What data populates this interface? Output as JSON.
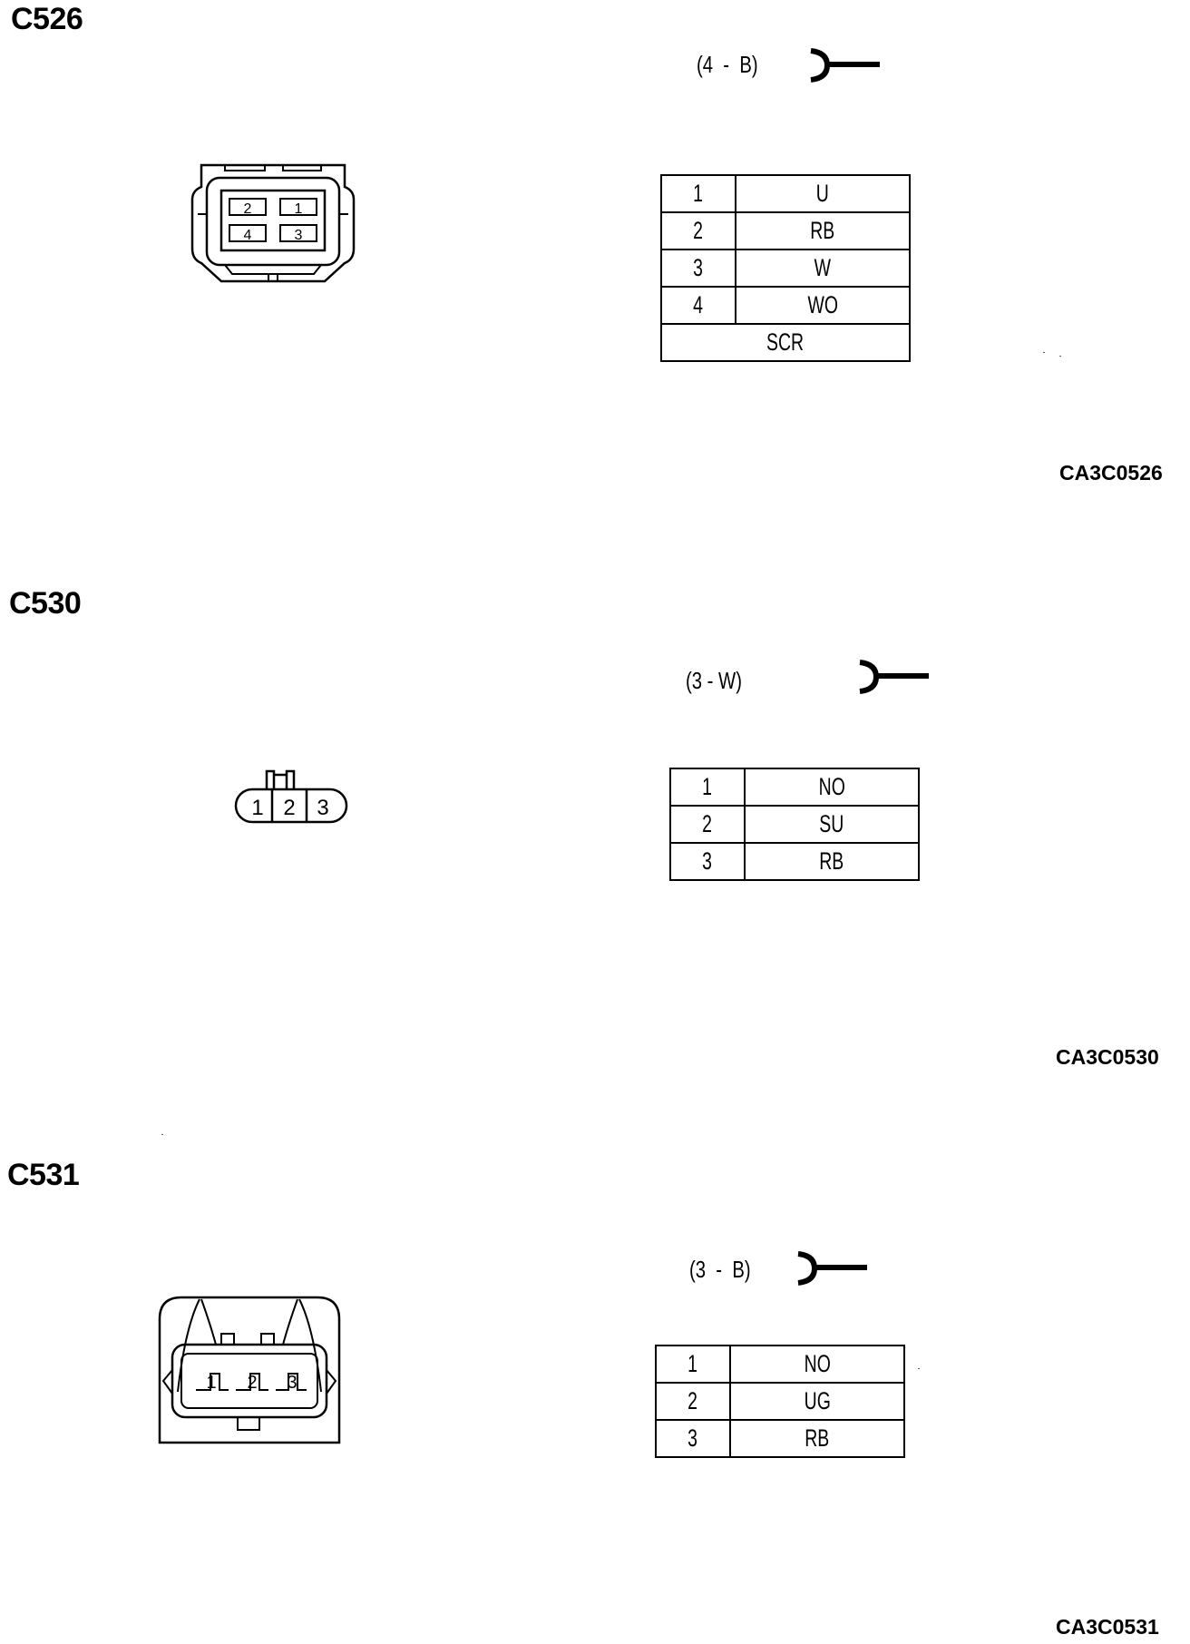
{
  "connectors": [
    {
      "id": "C526",
      "spec": "(4  -  B)",
      "ref": "CA3C0526",
      "pins": [
        {
          "num": "1",
          "color": "U"
        },
        {
          "num": "2",
          "color": "RB"
        },
        {
          "num": "3",
          "color": "W"
        },
        {
          "num": "4",
          "color": "WO"
        }
      ],
      "footer": "SCR",
      "face_labels": [
        "2",
        "1",
        "4",
        "3"
      ]
    },
    {
      "id": "C530",
      "spec": "(3 - W)",
      "ref": "CA3C0530",
      "pins": [
        {
          "num": "1",
          "color": "NO"
        },
        {
          "num": "2",
          "color": "SU"
        },
        {
          "num": "3",
          "color": "RB"
        }
      ],
      "face_labels": [
        "1",
        "2",
        "3"
      ]
    },
    {
      "id": "C531",
      "spec": "(3  -  B)",
      "ref": "CA3C0531",
      "pins": [
        {
          "num": "1",
          "color": "NO"
        },
        {
          "num": "2",
          "color": "UG"
        },
        {
          "num": "3",
          "color": "RB"
        }
      ],
      "face_labels": [
        "1",
        "2",
        "3"
      ]
    }
  ]
}
